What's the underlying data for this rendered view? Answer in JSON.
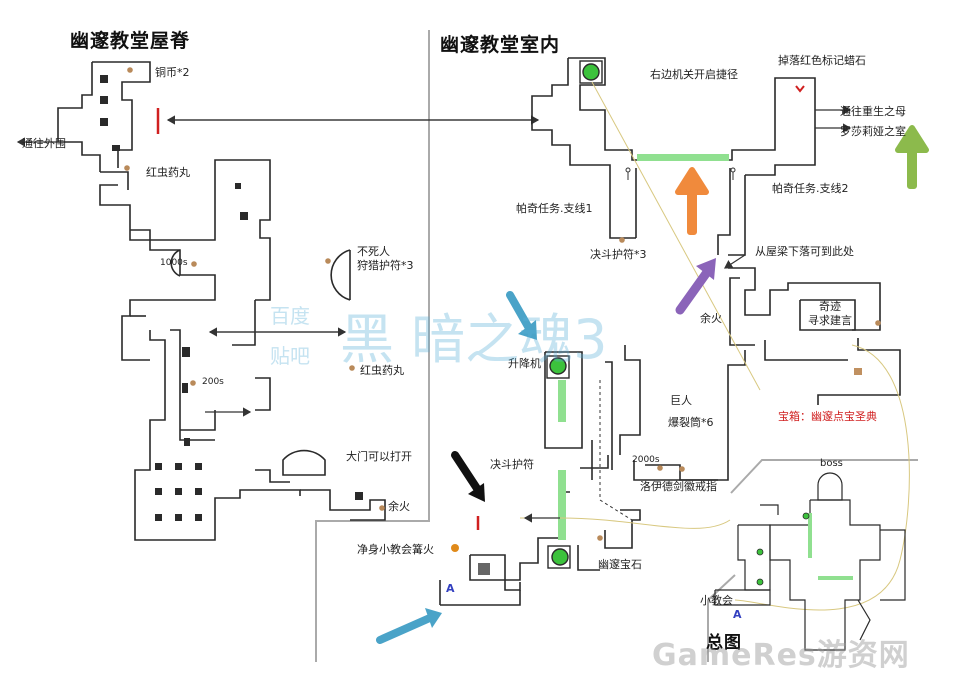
{
  "titles": {
    "roof": "幽邃教堂屋脊",
    "interior": "幽邃教堂室内",
    "overview": "总图"
  },
  "labels": {
    "copper_coin": "铜币*2",
    "to_outer_wall": "通往外围",
    "red_bug_pill_1": "红虫药丸",
    "souls_1000": "1000s",
    "undead_hunter_charm": "不死人\n狩猎护符*3",
    "red_bug_pill_2": "红虫药丸",
    "souls_200": "200s",
    "gate_opens": "大门可以打开",
    "bonfire_roof": "余火",
    "right_lever": "右边机关开启捷径",
    "red_sign_soapstone": "掉落红色标记蜡石",
    "to_mother": "通往重生之母",
    "rosabeth_room": "罗莎莉娅之室",
    "patches_side1": "帕奇任务.支线1",
    "patches_side2": "帕奇任务.支线2",
    "duel_charm_1": "决斗护符*3",
    "fall_from_beam": "从屋梁下落可到此处",
    "bonfire_interior": "余火",
    "miracle": "奇迹\n寻求建言",
    "elevator": "升降机",
    "giant": "巨人",
    "firebomb": "爆裂筒*6",
    "treasure": "宝箱：幽邃点宝圣典",
    "duel_charm_2": "决斗护符",
    "souls_2000": "2000s",
    "lloyd_ring": "洛伊德剑徽戒指",
    "deep_gem": "幽邃宝石",
    "clean_chapel_bonfire": "净身小教会篝火",
    "small_chapel": "小教会",
    "boss": "boss",
    "marker_a": "A"
  },
  "watermarks": {
    "site_top": "百度",
    "site_bottom": "贴吧",
    "game": "黑 暗之魂3",
    "gameres": "GameRes游资网"
  },
  "colors": {
    "wall": "#2a2a2a",
    "shortcut": "#90e090",
    "bonfire": "#e08a1a",
    "elevator": "#3cc23c",
    "item_dot": "#b98a5a",
    "arrow_orange": "#f08a3c",
    "arrow_green": "#8cba4c",
    "arrow_purple": "#8b64b9",
    "arrow_cyan": "#4aa3c8",
    "arrow_black": "#111111",
    "gray_divider": "#aaaaaa"
  }
}
